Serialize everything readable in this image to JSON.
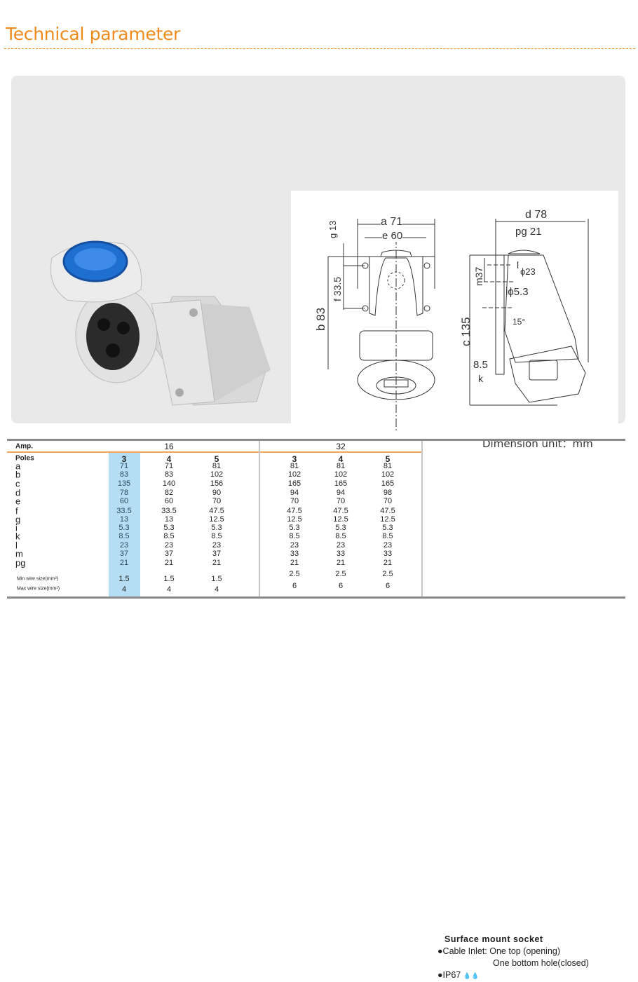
{
  "header": {
    "title": "Technical parameter"
  },
  "drawing": {
    "front": {
      "a": "a 71",
      "e": "e 60",
      "g": "g 13",
      "f": "f 33.5",
      "b": "b 83"
    },
    "side": {
      "d": "d 78",
      "pg": "pg 21",
      "m": "m37",
      "l": "l",
      "l_dia": "ϕ23",
      "i": "iϕ5.3",
      "c": "c 135",
      "angle": "15°",
      "k_val": "8.5",
      "k": "k"
    },
    "unit": "Dimension unit：mm"
  },
  "table": {
    "amp_label": "Amp.",
    "amp_16": "16",
    "amp_32": "32",
    "poles_label": "Poles",
    "poles": [
      "3",
      "4",
      "5",
      "3",
      "4",
      "5"
    ],
    "rows": [
      {
        "label": "a",
        "values": [
          "71",
          "71",
          "81",
          "81",
          "81",
          "81"
        ]
      },
      {
        "label": "b",
        "values": [
          "83",
          "83",
          "102",
          "102",
          "102",
          "102"
        ]
      },
      {
        "label": "c",
        "values": [
          "135",
          "140",
          "156",
          "165",
          "165",
          "165"
        ]
      },
      {
        "label": "d",
        "values": [
          "78",
          "82",
          "90",
          "94",
          "94",
          "98"
        ]
      },
      {
        "label": "e",
        "values": [
          "60",
          "60",
          "70",
          "70",
          "70",
          "70"
        ]
      },
      {
        "label": "f",
        "values": [
          "33.5",
          "33.5",
          "47.5",
          "47.5",
          "47.5",
          "47.5"
        ]
      },
      {
        "label": "g",
        "values": [
          "13",
          "13",
          "12.5",
          "12.5",
          "12.5",
          "12.5"
        ]
      },
      {
        "label": "i",
        "values": [
          "5.3",
          "5.3",
          "5.3",
          "5.3",
          "5.3",
          "5.3"
        ]
      },
      {
        "label": "k",
        "values": [
          "8.5",
          "8.5",
          "8.5",
          "8.5",
          "8.5",
          "8.5"
        ]
      },
      {
        "label": "l",
        "values": [
          "23",
          "23",
          "23",
          "23",
          "23",
          "23"
        ]
      },
      {
        "label": "m",
        "values": [
          "37",
          "37",
          "37",
          "33",
          "33",
          "33"
        ]
      },
      {
        "label": "pg",
        "values": [
          "21",
          "21",
          "21",
          "21",
          "21",
          "21"
        ]
      }
    ],
    "min_wire": {
      "label": "Min wire size(mm²)",
      "values": [
        "1.5",
        "1.5",
        "1.5",
        "2.5",
        "2.5",
        "2.5"
      ]
    },
    "max_wire": {
      "label": "Max wire size(mm²)",
      "values": [
        "4",
        "4",
        "4",
        "6",
        "6",
        "6"
      ]
    }
  },
  "info": {
    "title": "Surface mount socket",
    "line1": "●Cable Inlet: One top (opening)",
    "line2": "One bottom hole(closed)",
    "line3": "●IP67",
    "ip_icon": "water-drops"
  },
  "colors": {
    "accent": "#ef8a1c",
    "highlight": "#b5def5",
    "cap": "#1f6fd1"
  }
}
